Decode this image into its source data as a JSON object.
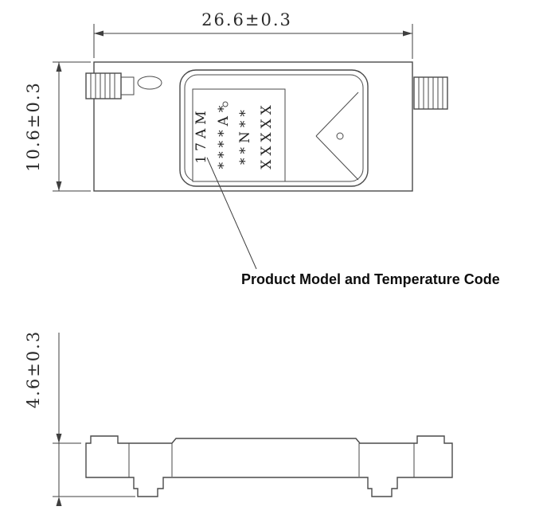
{
  "drawing": {
    "top_view": {
      "width_dim": "26.6±0.3",
      "height_dim": "10.6±0.3",
      "label_columns": [
        "17AM",
        "****A*",
        "**N**",
        "XXXXX"
      ],
      "annotation": "Product Model and Temperature Code"
    },
    "side_view": {
      "height_dim": "4.6±0.3"
    },
    "colors": {
      "line": "#4a4a4a",
      "dimension": "#3f3f3f",
      "text": "#0d0d0d",
      "background": "#ffffff"
    }
  }
}
